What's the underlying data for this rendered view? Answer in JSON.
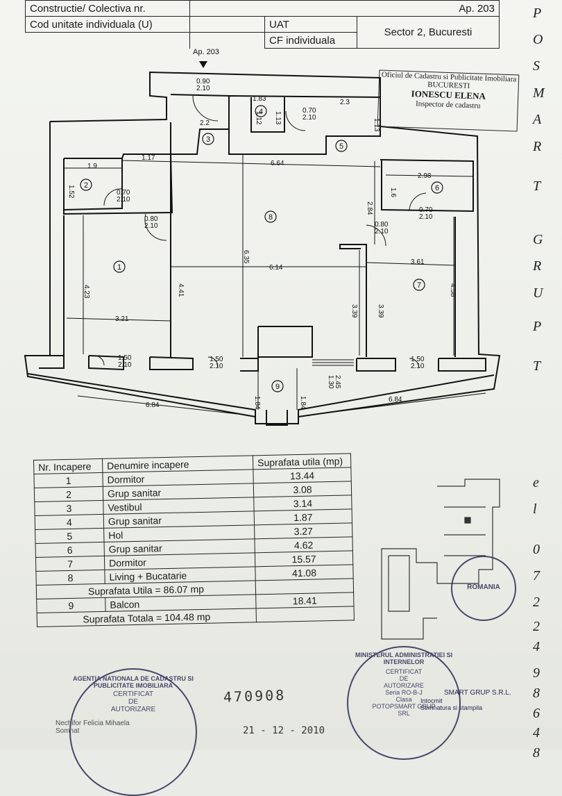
{
  "header": {
    "row1_left": "Constructie/ Colectiva nr.",
    "row1_right": "Ap. 203",
    "row2_left": "Cod unitate individuala (U)",
    "uat_label": "UAT",
    "uat_value": "Sector 2, Bucuresti",
    "cf_label": "CF individuala"
  },
  "side_text": [
    "P",
    "O",
    "S",
    "M",
    "A",
    "R",
    "T",
    "G",
    "R",
    "U",
    "P",
    "T",
    "e",
    "l",
    "0",
    "7",
    "2",
    "2",
    "4",
    "9",
    "8",
    "6",
    "4",
    "8"
  ],
  "plan": {
    "apartment_label": "Ap. 203",
    "room_numbers": [
      "1",
      "2",
      "3",
      "4",
      "5",
      "6",
      "7",
      "8",
      "9"
    ],
    "dimensions": {
      "d_door_main": "0.90\n2.10",
      "d_183": "1.83",
      "d_112a": "1.12",
      "d_113a": "1.13",
      "d_070a": "0.70\n2.10",
      "d_23": "2.3",
      "d_113b": "1.13",
      "d_22": "2.2",
      "d_19": "1.9",
      "d_117": "1.17",
      "d_664": "6.64",
      "d_152": "1.52",
      "d_070b": "0.70\n2.10",
      "d_080a": "0.80\n2.10",
      "d_635": "6.35",
      "d_284": "2.84",
      "d_298": "2.98",
      "d_16": "1.6",
      "d_070c": "0.70\n2.10",
      "d_080b": "0.80\n2.10",
      "d_614": "6.14",
      "d_361": "3.61",
      "d_423": "4.23",
      "d_441": "4.41",
      "d_339a": "3.39",
      "d_339b": "3.39",
      "d_458": "4.58",
      "d_321": "3.21",
      "d_150a": "1.50\n2.10",
      "d_150b": "1.50\n2.10",
      "d_245": "2.45\n1.30",
      "d_150c": "1.50\n2.10",
      "d_684a": "6.84",
      "d_184a": "1.84",
      "d_184b": "1.84",
      "d_684b": "6.84"
    }
  },
  "office_stamp": {
    "line1": "Oficiul de Cadastru si Publicitate Imobiliara",
    "line2": "BUCURESTI",
    "line3": "IONESCU ELENA",
    "line4": "Inspector de cadastru"
  },
  "rooms_table": {
    "headers": [
      "Nr. Incapere",
      "Denumire incapere",
      "Suprafata utila (mp)"
    ],
    "rows": [
      {
        "nr": "1",
        "name": "Dormitor",
        "area": "13.44"
      },
      {
        "nr": "2",
        "name": "Grup sanitar",
        "area": "3.08"
      },
      {
        "nr": "3",
        "name": "Vestibul",
        "area": "3.14"
      },
      {
        "nr": "4",
        "name": "Grup sanitar",
        "area": "1.87"
      },
      {
        "nr": "5",
        "name": "Hol",
        "area": "3.27"
      },
      {
        "nr": "6",
        "name": "Grup sanitar",
        "area": "4.62"
      },
      {
        "nr": "7",
        "name": "Dormitor",
        "area": "15.57"
      },
      {
        "nr": "8",
        "name": "Living + Bucatarie",
        "area": "41.08"
      }
    ],
    "useful_total": "Suprafata Utila = 86.07 mp",
    "balcony": {
      "nr": "9",
      "name": "Balcon",
      "area": "18.41"
    },
    "grand_total": "Suprafata Totala = 104.48 mp"
  },
  "stamps": {
    "left_ring": "AGENTIA NATIONALA DE CADASTRU SI PUBLICITATE IMOBILIARA",
    "left_center": "CERTIFICAT\nDE\nAUTORIZARE",
    "left_names": "Nechifor Felicia Mihaela\nSomnat",
    "right_ring": "MINISTERUL ADMINISTRATIEI SI INTERNELOR",
    "right_center": "CERTIFICAT\nDE\nAUTORIZARE\nSeria RO-B-J\nClasa\nPOTOPSMART GRUP SRL",
    "right_company": "SMART GRUP S.R.L.",
    "right_note": "Intocmit\nSemnatura si stampila",
    "small_ring": "ROMANIA"
  },
  "handwritten": {
    "number": "470908",
    "date": "21 - 12 - 2010"
  }
}
